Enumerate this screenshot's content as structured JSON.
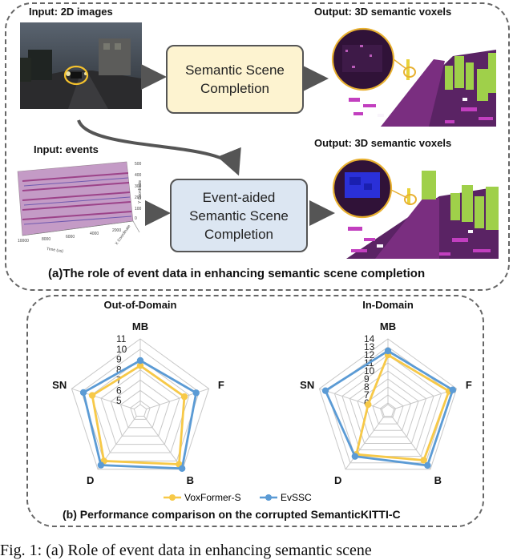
{
  "top": {
    "input_images_label": "Input: 2D images",
    "output_label_1": "Output: 3D semantic voxels",
    "input_events_label": "Input: events",
    "output_label_2": "Output: 3D semantic voxels",
    "ssc_box": [
      "Semantic Scene",
      "Completion"
    ],
    "evssc_box": [
      "Event-aided",
      "Semantic Scene",
      "Completion"
    ],
    "caption_a": "(a)The role of event data in enhancing semantic scene completion",
    "event_axis_ticks_x": [
      "10000",
      "8000",
      "6000",
      "4000",
      "2000"
    ],
    "event_axis_ticks_y": [
      "500",
      "400",
      "300",
      "200",
      "100",
      "0"
    ],
    "event_axis_label_x": "Time (us)",
    "event_axis_label_z": "X Coordinate",
    "event_axis_label_y": "Y Coordinate"
  },
  "caption_b": "(b) Performance comparison on the corrupted SemanticKITTI-C",
  "figure_caption": "Fig. 1: (a) Role of event data in enhancing semantic scene",
  "colors": {
    "voxformer": "#f7c948",
    "evssc": "#5b9bd5",
    "ssc_fill": "#fdf3d0",
    "evssc_fill": "#dce6f2"
  },
  "chart_data": [
    {
      "type": "radar",
      "title": "Out-of-Domain",
      "axes": [
        "MB",
        "F",
        "B",
        "D",
        "SN"
      ],
      "ticks": [
        5,
        6,
        7,
        8,
        9,
        10,
        11
      ],
      "range": [
        4,
        11
      ],
      "series": [
        {
          "name": "VoxFormer-S",
          "values": [
            8.4,
            8.5,
            10.4,
            10.0,
            8.9
          ]
        },
        {
          "name": "EvSSC",
          "values": [
            8.9,
            9.7,
            10.9,
            10.5,
            9.8
          ]
        }
      ]
    },
    {
      "type": "radar",
      "title": "In-Domain",
      "axes": [
        "MB",
        "F",
        "B",
        "D",
        "SN"
      ],
      "ticks": [
        6,
        7,
        8,
        9,
        10,
        11,
        12,
        13,
        14
      ],
      "range": [
        5,
        14
      ],
      "series": [
        {
          "name": "VoxFormer-S",
          "values": [
            12.0,
            13.0,
            12.6,
            11.7,
            7.6
          ]
        },
        {
          "name": "EvSSC",
          "values": [
            12.5,
            13.5,
            13.4,
            12.0,
            13.2
          ]
        }
      ]
    }
  ]
}
